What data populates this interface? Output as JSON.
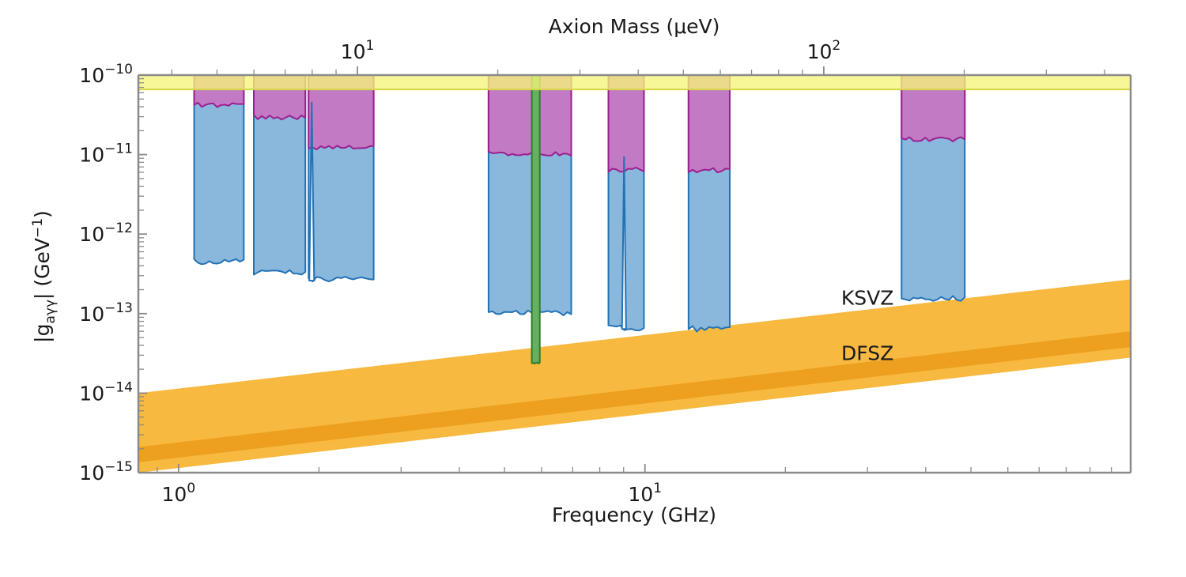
{
  "chart_data": {
    "type": "area",
    "title": "",
    "xlabel": "Frequency (GHz)",
    "ylabel": "|g_{aγγ}| (GeV⁻¹)",
    "top_axis_label": "Axion Mass (μeV)",
    "xlim": [
      0.82,
      110.0
    ],
    "ylim": [
      1e-15,
      1e-10
    ],
    "xscale": "log",
    "yscale": "log",
    "grid": false,
    "legend_position": "inline-annotations",
    "x_tick_labels": [
      "10⁰",
      "10¹"
    ],
    "x_tick_values": [
      1,
      10
    ],
    "y_tick_labels": [
      "10⁻¹⁰",
      "10⁻¹¹",
      "10⁻¹²",
      "10⁻¹³",
      "10⁻¹⁴",
      "10⁻¹⁵"
    ],
    "y_tick_values": [
      1e-10,
      1e-11,
      1e-12,
      1e-13,
      1e-14,
      1e-15
    ],
    "top_tick_labels": [
      "10¹",
      "10²"
    ],
    "top_tick_values": [
      10,
      100
    ],
    "annotations": [
      {
        "text": "KSVZ",
        "x": 30.0,
        "y": 1.3e-13
      },
      {
        "text": "DFSZ",
        "x": 30.0,
        "y": 2.6e-14
      }
    ],
    "series": [
      {
        "name": "haloscope-yellow-band",
        "color": "#f5f57a",
        "edge_color": "#d6d646",
        "type": "horizontal-band",
        "y_top": 1e-10,
        "y_bottom": 6.6e-11,
        "x_start": 0.82,
        "x_end": 110.0
      },
      {
        "name": "purple-exclusion",
        "color": "#c27ac4",
        "edge_color": "#9c1f8e",
        "type": "filled-regions",
        "y_top": 1e-10,
        "regions": [
          {
            "x_start": 1.08,
            "x_end": 1.38,
            "y_bottom": 4.3e-11
          },
          {
            "x_start": 1.45,
            "x_end": 1.87,
            "y_bottom": 3e-11
          },
          {
            "x_start": 1.9,
            "x_end": 2.62,
            "y_bottom": 1.25e-11
          },
          {
            "x_start": 4.62,
            "x_end": 6.95,
            "y_bottom": 1.05e-11
          },
          {
            "x_start": 8.35,
            "x_end": 9.95,
            "y_bottom": 6.6e-12
          },
          {
            "x_start": 12.4,
            "x_end": 15.2,
            "y_bottom": 6.5e-12
          },
          {
            "x_start": 35.5,
            "x_end": 48.5,
            "y_bottom": 1.6e-11
          }
        ]
      },
      {
        "name": "blue-exclusion",
        "color": "#8ab8dd",
        "edge_color": "#2272b5",
        "type": "filled-regions",
        "y_top": 1e-10,
        "regions": [
          {
            "x_start": 1.08,
            "x_end": 1.38,
            "y_bottom": 4.6e-13
          },
          {
            "x_start": 1.45,
            "x_end": 1.87,
            "y_bottom": 3.4e-13
          },
          {
            "x_start": 1.9,
            "x_end": 2.62,
            "y_bottom": 2.8e-13
          },
          {
            "x_start": 4.62,
            "x_end": 6.95,
            "y_bottom": 1.05e-13
          },
          {
            "x_start": 8.35,
            "x_end": 9.95,
            "y_bottom": 6.8e-14
          },
          {
            "x_start": 12.4,
            "x_end": 15.2,
            "y_bottom": 6.6e-14
          },
          {
            "x_start": 35.5,
            "x_end": 48.5,
            "y_bottom": 1.6e-13
          }
        ]
      },
      {
        "name": "green-narrow-exclusion",
        "color": "#66b061",
        "edge_color": "#2f7d2b",
        "type": "filled-regions",
        "y_top": 1e-10,
        "regions": [
          {
            "x_start": 5.72,
            "x_end": 5.95,
            "y_bottom": 2.4e-14
          }
        ]
      },
      {
        "name": "ksvz-dfsz-model-band",
        "color": "#f7b93f",
        "dark_color": "#eda01f",
        "type": "diagonal-band",
        "outer_left": [
          1e-15,
          1e-14
        ],
        "outer_right": [
          2.8e-14,
          2.7e-13
        ],
        "inner_left": [
          1.35e-15,
          2.1e-15
        ],
        "inner_right": [
          3.8e-14,
          6e-14
        ]
      }
    ]
  },
  "colors": {
    "yellow": "#f5f57a",
    "yellow_edge": "#d6d646",
    "purple": "#c27ac4",
    "purple_edge": "#9c1f8e",
    "blue": "#8ab8dd",
    "blue_edge": "#2272b5",
    "green": "#66b061",
    "green_edge": "#2f7d2b",
    "orange": "#f7b93f",
    "orange_dark": "#eda01f",
    "axis": "#8a8a8a",
    "text": "#1a1a1a"
  },
  "ticks": {
    "y_major": [
      {
        "label_base": "10",
        "label_exp": "−10",
        "value": 1e-10
      },
      {
        "label_base": "10",
        "label_exp": "−11",
        "value": 1e-11
      },
      {
        "label_base": "10",
        "label_exp": "−12",
        "value": 1e-12
      },
      {
        "label_base": "10",
        "label_exp": "−13",
        "value": 1e-13
      },
      {
        "label_base": "10",
        "label_exp": "−14",
        "value": 1e-14
      },
      {
        "label_base": "10",
        "label_exp": "−15",
        "value": 1e-15
      }
    ],
    "x_major": [
      {
        "label_base": "10",
        "label_exp": "0",
        "value": 1
      },
      {
        "label_base": "10",
        "label_exp": "1",
        "value": 10
      }
    ],
    "top_major": [
      {
        "label_base": "10",
        "label_exp": "1",
        "value": 10
      },
      {
        "label_base": "10",
        "label_exp": "2",
        "value": 100
      }
    ]
  },
  "labels": {
    "x_axis": "Frequency (GHz)",
    "top_axis": "Axion Mass (μeV)",
    "y_axis_main": "|g",
    "y_axis_sub": "aγγ",
    "y_axis_tail": "| (GeV",
    "y_axis_exp": "−1",
    "y_axis_close": ")",
    "ksvz": "KSVZ",
    "dfsz": "DFSZ"
  }
}
